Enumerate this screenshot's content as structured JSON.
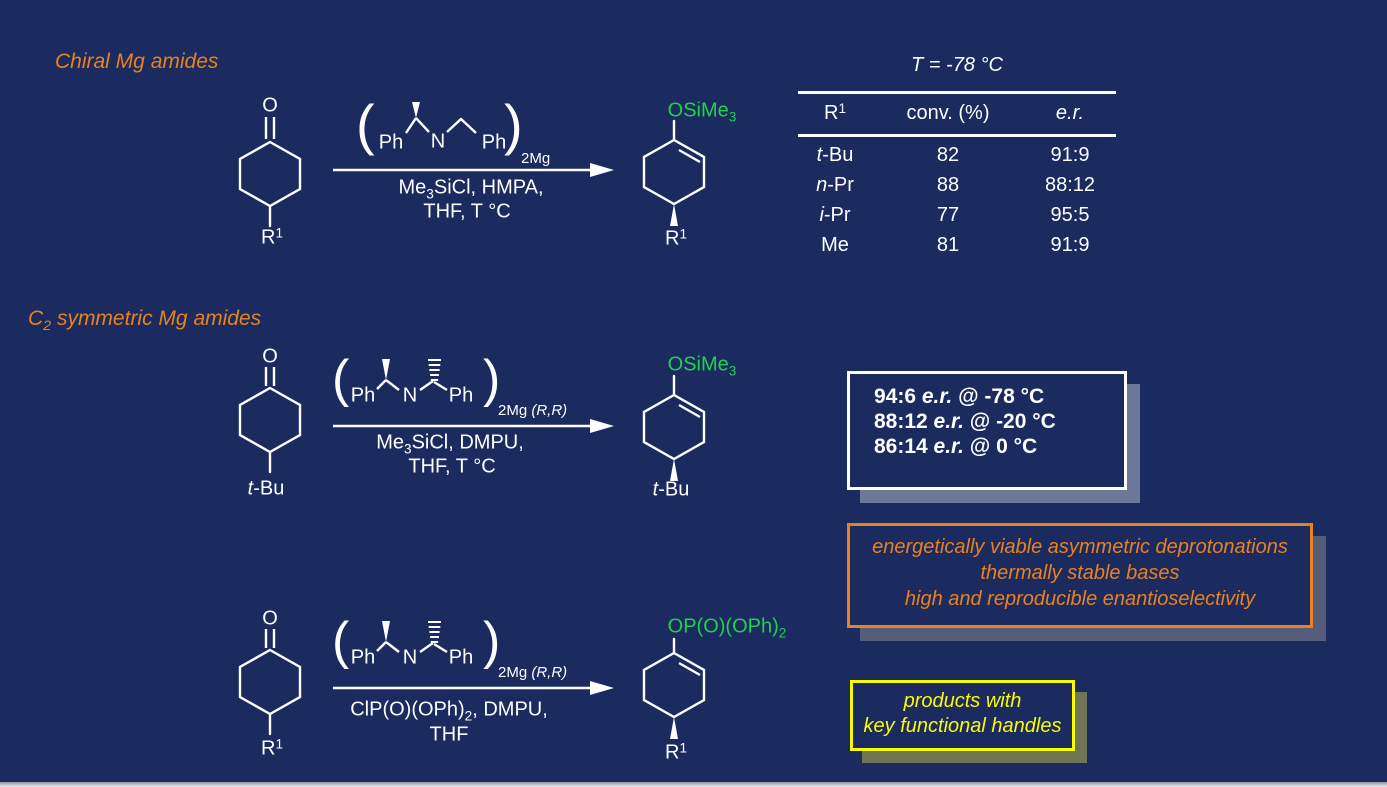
{
  "theme": {
    "bg": "#1B2A5F",
    "orange": "#E8821E",
    "green": "#1ED24F",
    "yellow": "#FBFB00",
    "shadow1": "#6B7899",
    "shadow2": "#555D7A",
    "shadow3": "#6E7454"
  },
  "s1": {
    "title": "Chiral Mg amides",
    "reactant": {
      "o": "O",
      "r": "R",
      "r_sup": "1"
    },
    "amide": {
      "open": "(",
      "ph_left": "Ph",
      "n": "N",
      "ph_right": "Ph",
      "close": ")",
      "sub": "2Mg"
    },
    "conditions": {
      "l1_pre": "Me",
      "l1_sub": "3",
      "l1_post": "SiCl, HMPA,",
      "l2": "THF, T °C"
    },
    "product": {
      "label": "OSiMe",
      "label_sub": "3",
      "r": "R",
      "r_sup": "1"
    },
    "table": {
      "title": "T = -78 °C",
      "col1_main": "R",
      "col1_sup": "1",
      "col2": "conv. (%)",
      "col3": "e.r.",
      "rows": [
        {
          "r_it": "t",
          "r_rest": "-Bu",
          "conv": "82",
          "er": "91:9"
        },
        {
          "r_it": "n",
          "r_rest": "-Pr",
          "conv": "88",
          "er": "88:12"
        },
        {
          "r_it": "i",
          "r_rest": "-Pr",
          "conv": "77",
          "er": "95:5"
        },
        {
          "r_it": "",
          "r_rest": "Me",
          "conv": "81",
          "er": "91:9"
        }
      ]
    }
  },
  "s2": {
    "title_pre": "C",
    "title_sub": "2",
    "title_post": " symmetric Mg amides",
    "reactant": {
      "o": "O",
      "r_it": "t",
      "r_rest": "-Bu"
    },
    "amide": {
      "open": "(",
      "ph_left": "Ph",
      "n": "N",
      "ph_right": "Ph",
      "close": ")",
      "sub": "2Mg ",
      "sub_it": "(R,R)"
    },
    "conditions": {
      "l1_pre": "Me",
      "l1_sub": "3",
      "l1_post": "SiCl, DMPU,",
      "l2": "THF, T °C"
    },
    "product": {
      "label": "OSiMe",
      "label_sub": "3",
      "r_it": "t",
      "r_rest": "-Bu"
    },
    "results_box": {
      "lines": [
        {
          "pre": "94:6 ",
          "er": "e.r.",
          "post": " @ -78 °C"
        },
        {
          "pre": "88:12 ",
          "er": "e.r.",
          "post": " @ -20 °C"
        },
        {
          "pre": "86:14 ",
          "er": "e.r.",
          "post": " @ 0 °C"
        }
      ]
    },
    "benefits_box": {
      "lines": [
        "energetically viable asymmetric deprotonations",
        "thermally stable bases",
        "high and reproducible enantioselectivity"
      ]
    }
  },
  "s3": {
    "reactant": {
      "o": "O",
      "r": "R",
      "r_sup": "1"
    },
    "amide": {
      "open": "(",
      "ph_left": "Ph",
      "n": "N",
      "ph_right": "Ph",
      "close": ")",
      "sub": "2Mg ",
      "sub_it": "(R,R)"
    },
    "conditions": {
      "l1_pre": "ClP(O)(OPh)",
      "l1_sub": "2",
      "l1_post": ", DMPU,",
      "l2": "THF"
    },
    "product": {
      "label": "OP(O)(OPh)",
      "label_sub": "2",
      "r": "R",
      "r_sup": "1"
    },
    "products_box": {
      "lines": [
        "products with",
        "key functional handles"
      ]
    }
  }
}
